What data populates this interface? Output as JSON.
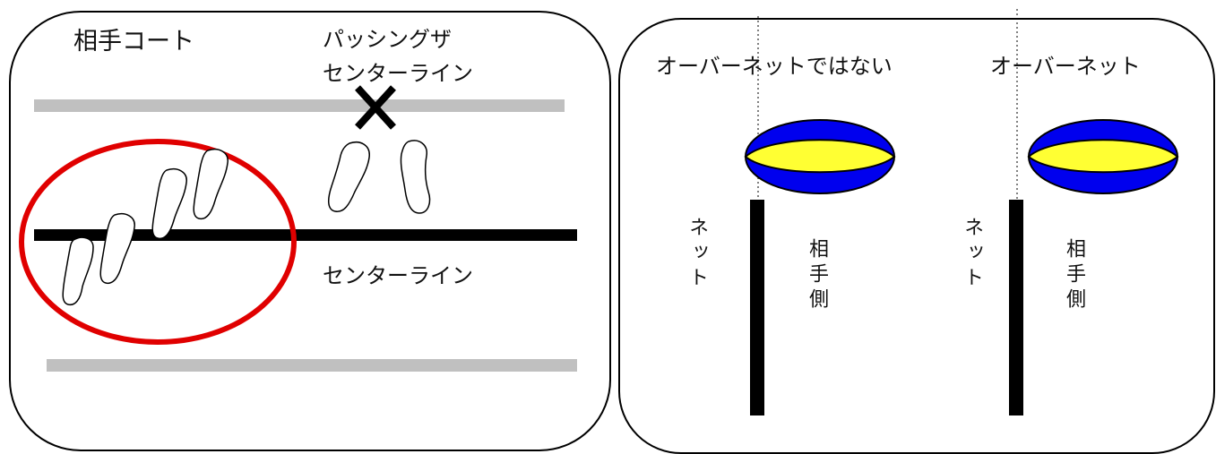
{
  "left": {
    "court_label": "相手コート",
    "passing_label_line1": "パッシングザ",
    "passing_label_line2": "センターライン",
    "centerline_label": "センターライン",
    "colors": {
      "circle": "#e00000",
      "lines": "#c0c0c0",
      "centerline": "#000000"
    },
    "icons": [
      "footprint-icon",
      "cross-icon"
    ]
  },
  "right": {
    "not_overnet_label": "オーバーネットではない",
    "overnet_label": "オーバーネット",
    "net_label": "ネット",
    "opponent_side_label": "相手側",
    "colors": {
      "ball_outer": "#0000ee",
      "ball_band": "#ffff33",
      "net": "#000000"
    },
    "icons": [
      "ball-icon"
    ]
  }
}
